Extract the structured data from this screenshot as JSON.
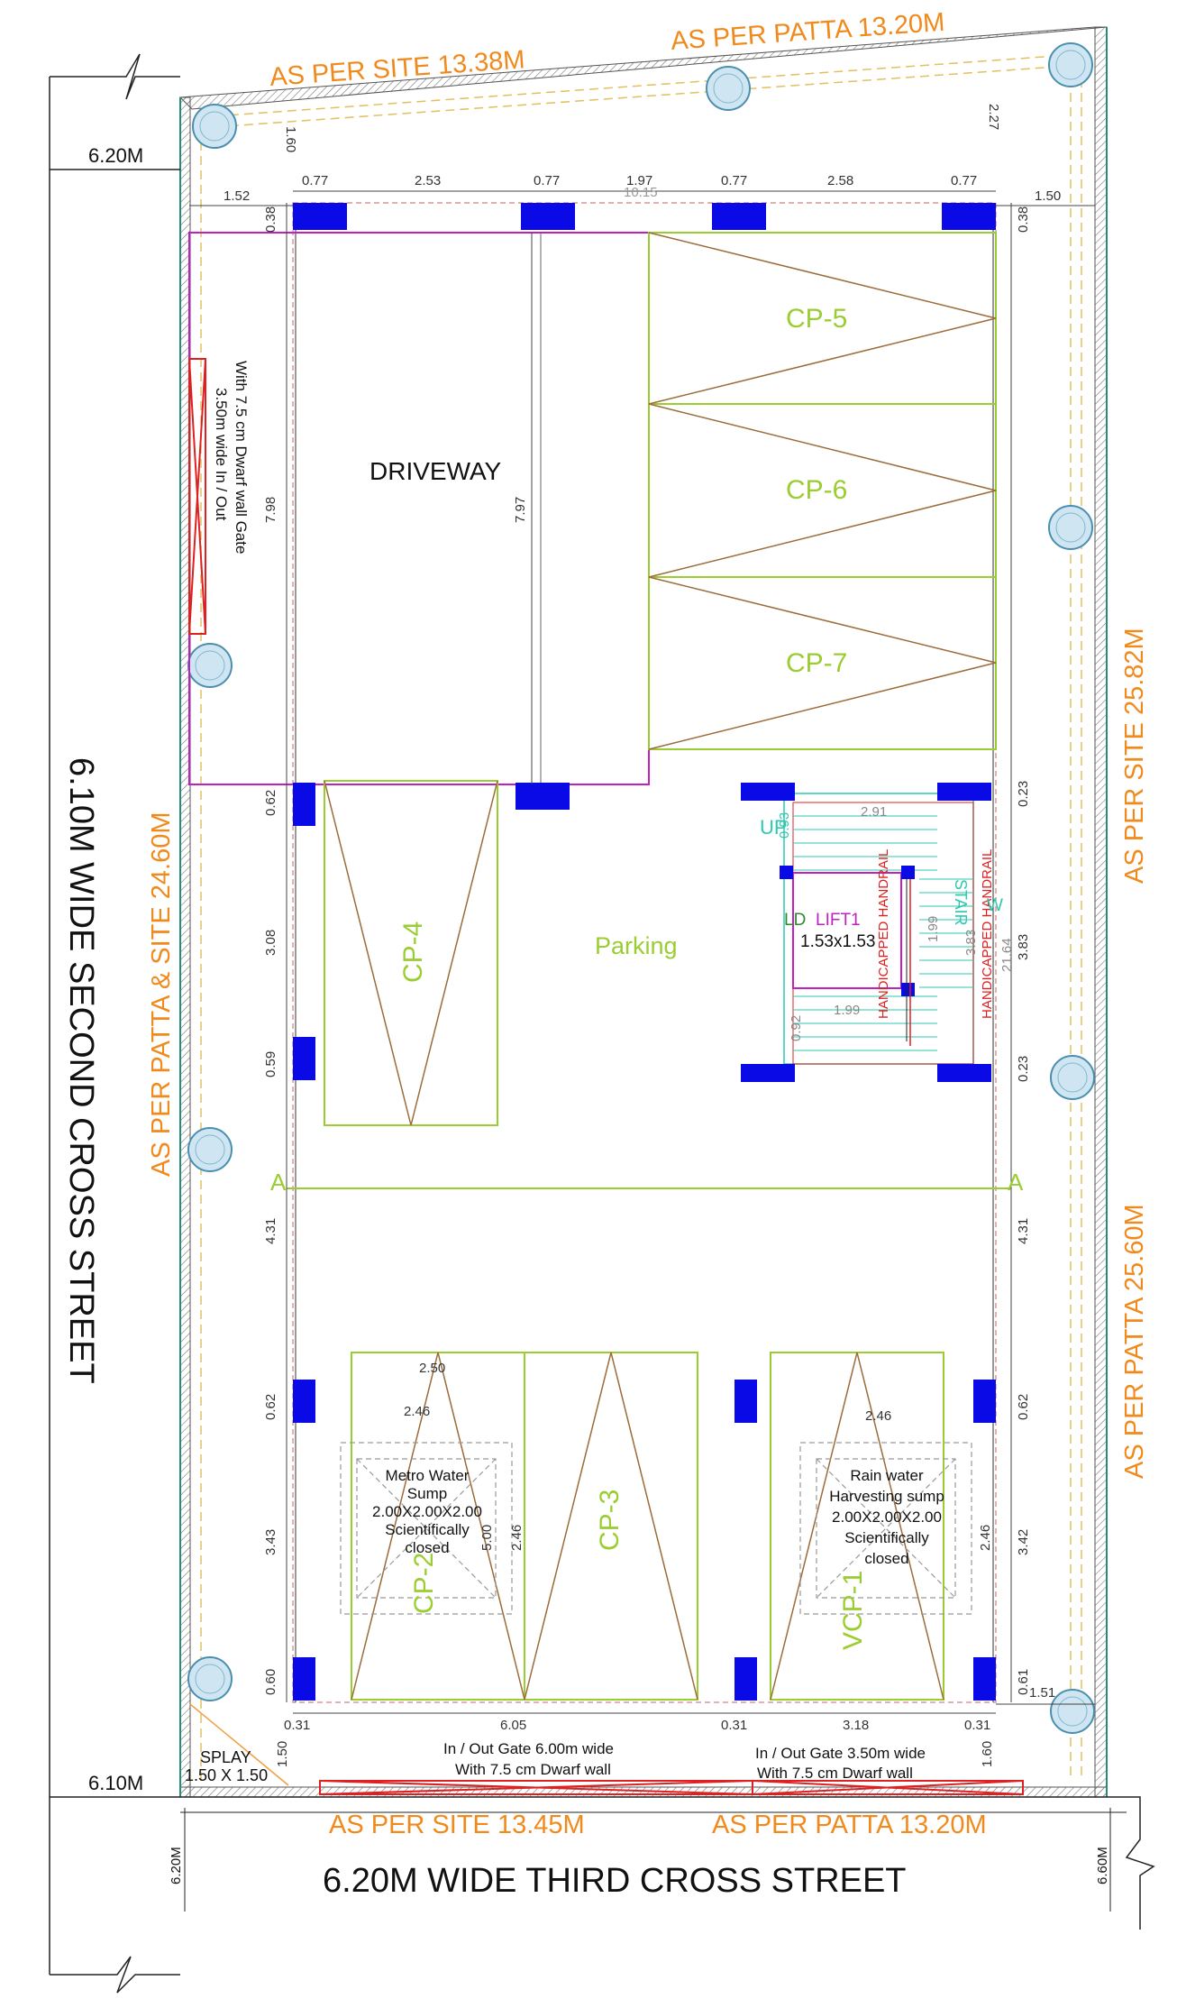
{
  "colors": {
    "orange": "#f08a1c",
    "green": "#9acd32",
    "pillar": "#0a0ae6",
    "brown": "#9b6b3a",
    "magenta": "#c020c0",
    "teal": "#2ec8b0",
    "red": "#e02020",
    "tree": "#5fa8c8",
    "dim": "#333333"
  },
  "boundary": {
    "as_per_site_top": "AS PER  SITE  13.38M",
    "as_per_patta_top": "AS PER  PATTA  13.20M",
    "as_per_site_bottom": "AS PER  SITE  13.45M",
    "as_per_patta_bottom": "AS PER  PATTA  13.20M",
    "right_site": "AS PER  SITE  25.82M",
    "right_patta": "AS PER  PATTA  25.60M",
    "left_patta_site": "AS PER  PATTA & SITE  24.60M"
  },
  "streets": {
    "left": "6.10M WIDE  SECOND CROSS  STREET",
    "bottom": "6.20M WIDE THIRD CROSS  STREET",
    "w_620_top": "6.20M",
    "w_610": "6.10M",
    "w_620_side": "6.20M",
    "w_660": "6.60M"
  },
  "labels": {
    "driveway": "DRIVEWAY",
    "parking": "Parking",
    "cp1": "VCP-1",
    "cp2": "CP-2",
    "cp3": "CP-3",
    "cp4": "CP-4",
    "cp5": "CP-5",
    "cp6": "CP-6",
    "cp7": "CP-7",
    "lift": "LIFT1",
    "lift_size": "1.53x1.53",
    "ld": "LD",
    "up": "UP",
    "stair": "STAIR",
    "handrail1": "HANDICAPPED HANDRAIL",
    "handrail2": "HANDICAPPED HANDRAIL",
    "w": "W",
    "section_a": "A",
    "gate_side_1": "With 7.5 cm Dwarf wall Gate",
    "gate_side_2": "3.50m wide In / Out",
    "gate_bottom_1a": "In / Out Gate 6.00m wide",
    "gate_bottom_1b": "With 7.5 cm Dwarf wall",
    "gate_bottom_2a": "In / Out Gate 3.50m wide",
    "gate_bottom_2b": "With 7.5 cm Dwarf wall",
    "splay_1": "SPLAY",
    "splay_2": "1.50 X 1.50",
    "metro": [
      "Metro Water",
      "Sump",
      "2.00X2.00X2.00",
      "Scientifically",
      "closed"
    ],
    "rain": [
      "Rain water",
      "Harvesting sump",
      "2.00X2.00X2.00",
      "Scientifically",
      "closed"
    ]
  },
  "dims": {
    "top_077a": "0.77",
    "top_253": "2.53",
    "top_077b": "0.77",
    "top_197": "1.97",
    "top_077c": "0.77",
    "top_258": "2.58",
    "top_077d": "0.77",
    "top_1015": "10.15",
    "d152": "1.52",
    "d150": "1.50",
    "d160": "1.60",
    "d227": "2.27",
    "d038a": "0.38",
    "d038b": "0.38",
    "d798": "7.98",
    "d797": "7.97",
    "d062a": "0.62",
    "d308": "3.08",
    "d059": "0.59",
    "d431a": "4.31",
    "d062b": "0.62",
    "d343": "3.43",
    "d060": "0.60",
    "d031a": "0.31",
    "d605": "6.05",
    "d031b": "0.31",
    "d318": "3.18",
    "d031c": "0.31",
    "d150b": "1.50",
    "d160b": "1.60",
    "d023a": "0.23",
    "d383": "3.83",
    "d023b": "0.23",
    "d431b": "4.31",
    "d062c": "0.62",
    "d342": "3.42",
    "d061": "0.61",
    "d151": "1.51",
    "d250": "2.50",
    "d246a": "2.46",
    "d246b": "2.46",
    "d500": "5.00",
    "d246c": "2.46",
    "d246d": "2.46",
    "d291": "2.91",
    "d199a": "1.99",
    "d199b": "1.99",
    "d092": "0.92",
    "d383b": "3.83",
    "d2164": "21.64",
    "d093": "0.93"
  }
}
